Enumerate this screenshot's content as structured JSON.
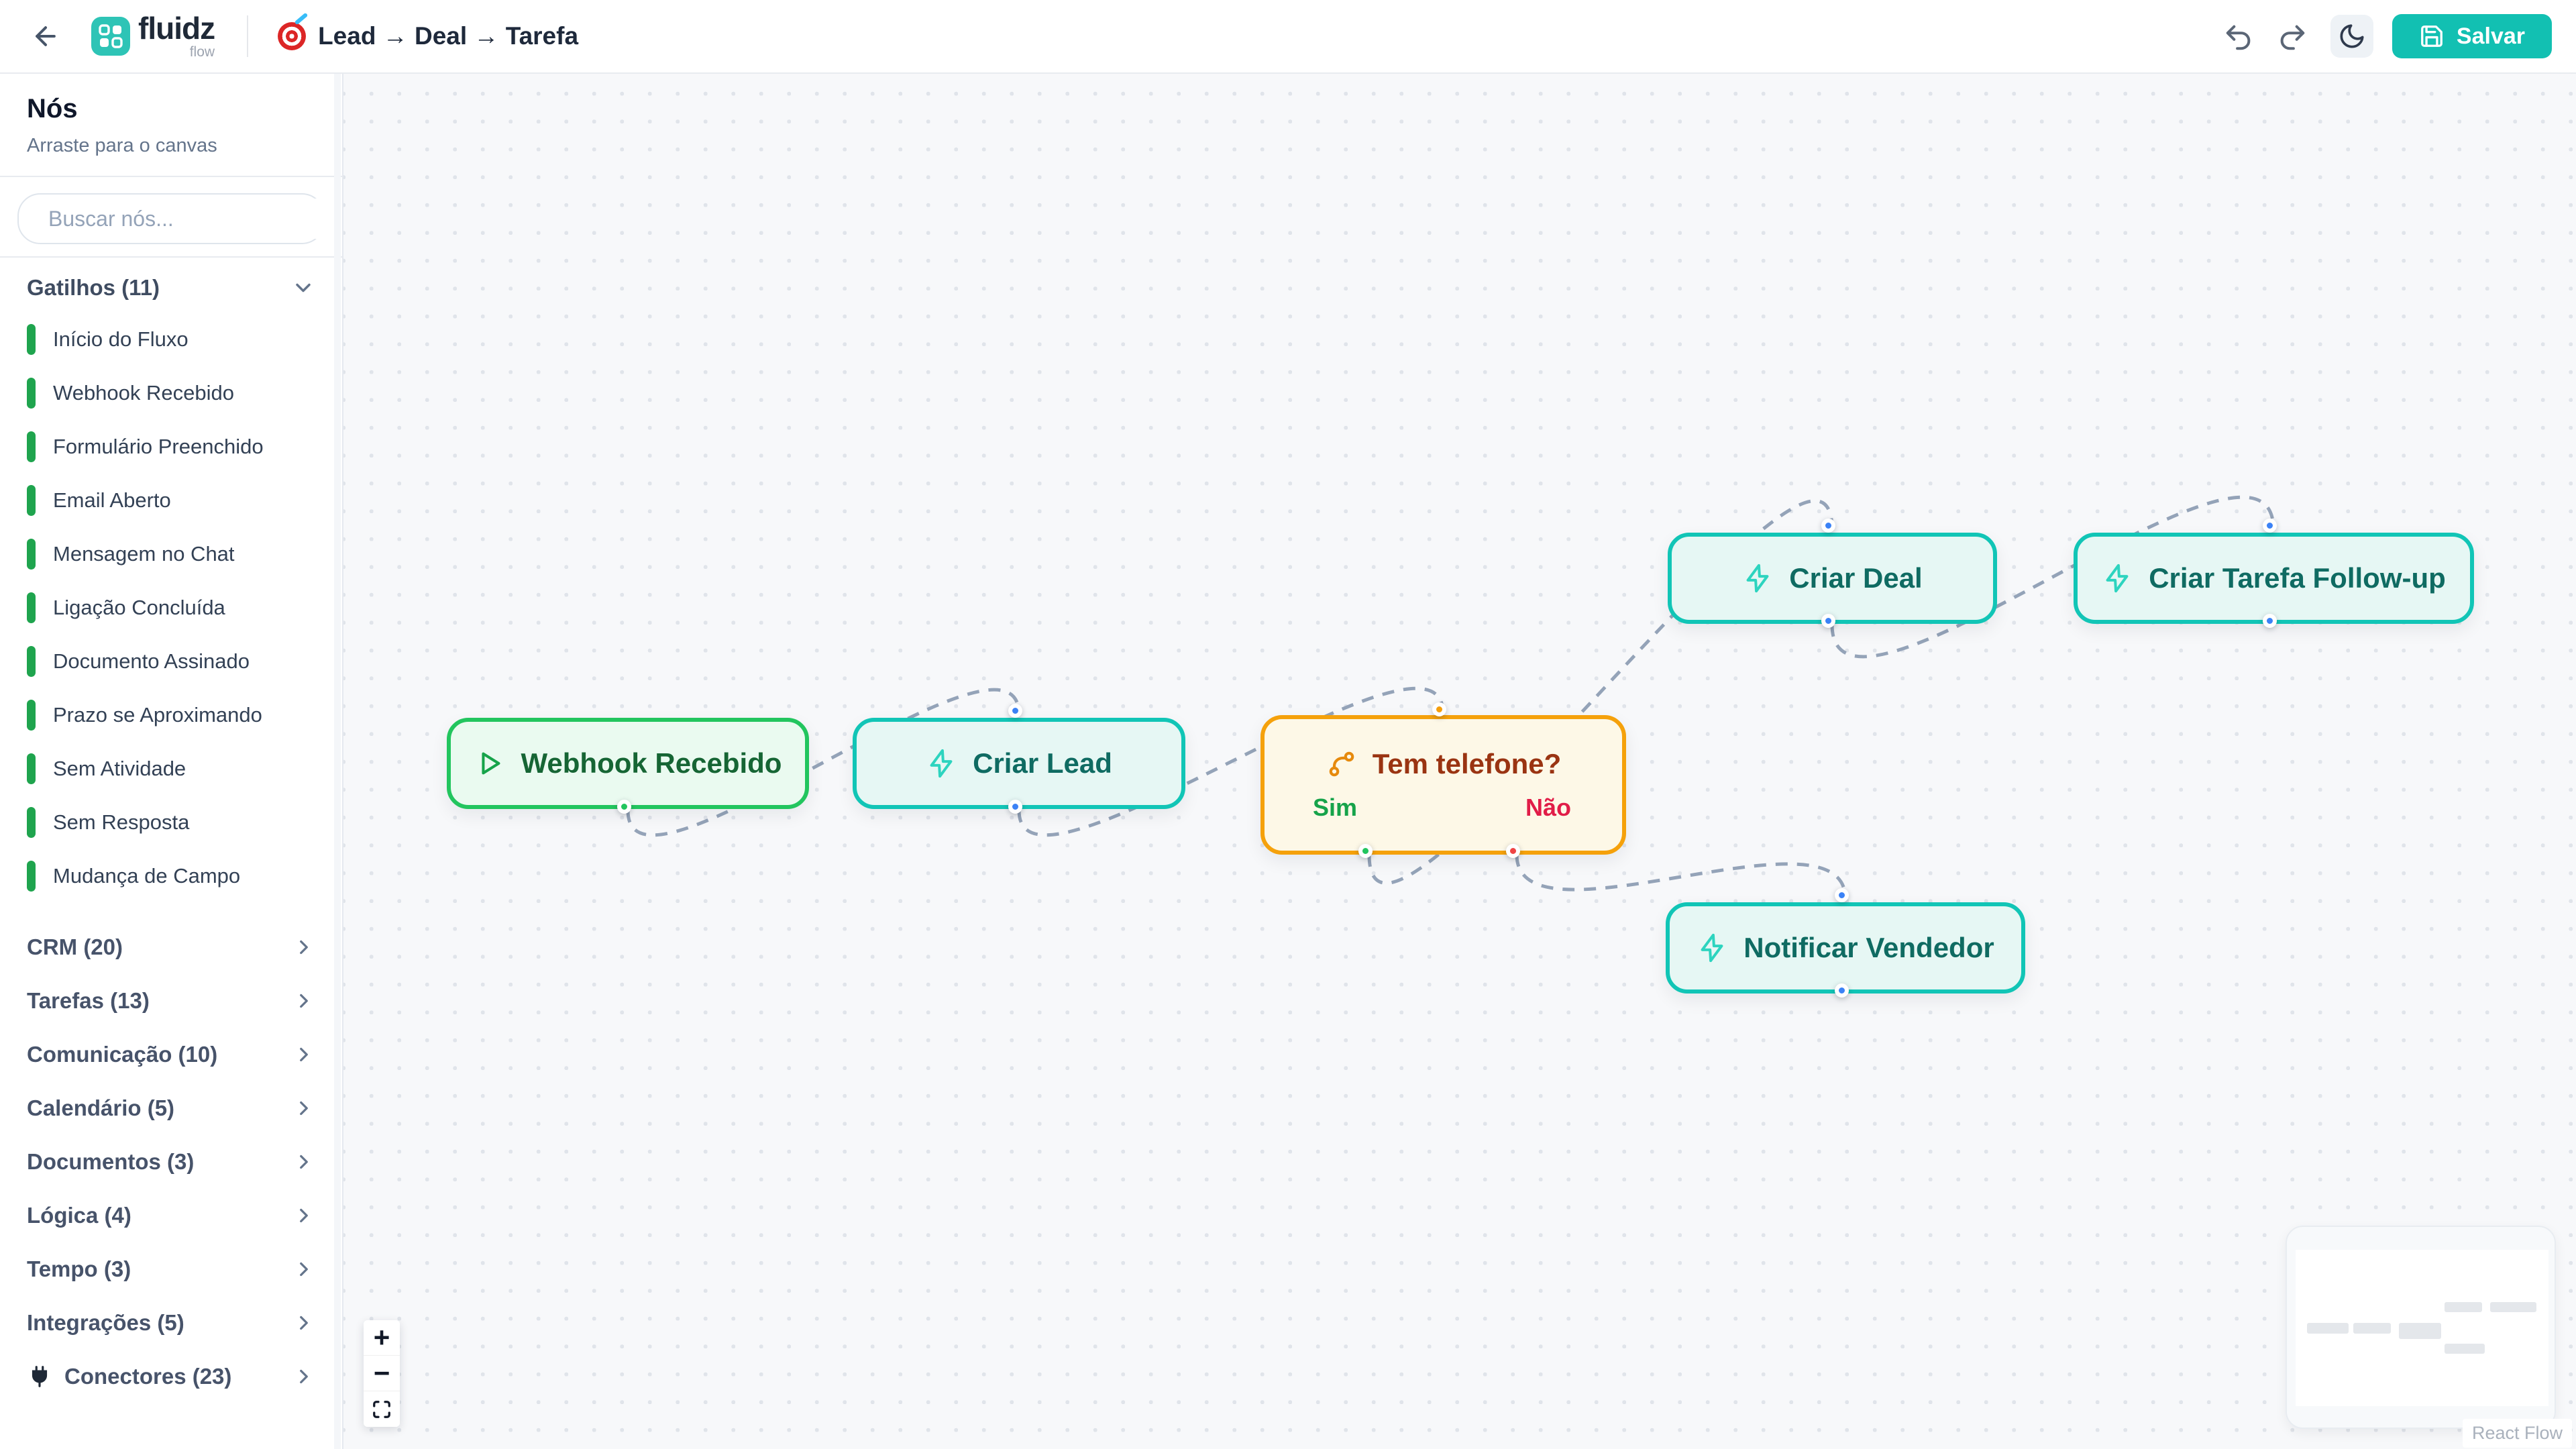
{
  "header": {
    "brand": "fluidz",
    "brand_sub": "flow",
    "breadcrumb_icon": "target-icon",
    "title": "Lead → Deal → Tarefa",
    "save_label": "Salvar"
  },
  "sidebar": {
    "title": "Nós",
    "subtitle": "Arraste para o canvas",
    "search_placeholder": "Buscar nós...",
    "triggers_label": "Gatilhos (11)",
    "triggers": {
      "items": [
        "Início do Fluxo",
        "Webhook Recebido",
        "Formulário Preenchido",
        "Email Aberto",
        "Mensagem no Chat",
        "Ligação Concluída",
        "Documento Assinado",
        "Prazo se Aproximando",
        "Sem Atividade",
        "Sem Resposta",
        "Mudança de Campo"
      ]
    },
    "categories": [
      "CRM (20)",
      "Tarefas (13)",
      "Comunicação (10)",
      "Calendário (5)",
      "Documentos (3)",
      "Lógica (4)",
      "Tempo (3)",
      "Integrações (5)"
    ],
    "connectors_label": "Conectores (23)",
    "connectors_icon": "plug-icon"
  },
  "canvas": {
    "nodes": [
      {
        "label": "Webhook Recebido",
        "type": "trigger",
        "icon": "play-icon"
      },
      {
        "label": "Criar Lead",
        "type": "action",
        "icon": "zap-icon"
      },
      {
        "label": "Tem telefone?",
        "type": "condition",
        "icon": "branch-icon",
        "outputs": [
          "Sim",
          "Não"
        ]
      },
      {
        "label": "Criar Deal",
        "type": "action",
        "icon": "zap-icon"
      },
      {
        "label": "Criar Tarefa Follow-up",
        "type": "action",
        "icon": "zap-icon"
      },
      {
        "label": "Notificar Vendedor",
        "type": "action",
        "icon": "zap-icon"
      }
    ],
    "controls": {
      "zoom_in": "+",
      "zoom_out": "−"
    },
    "attribution": "React Flow"
  },
  "colors": {
    "accent_teal": "#12c0b2",
    "trigger_green": "#22c55e",
    "action_teal": "#11c5b6",
    "condition_amber": "#f5a10b",
    "yes_green": "#16a34a",
    "no_red": "#e11d48",
    "handle_blue": "#3b82f6",
    "edge_gray": "#94a3b8"
  }
}
